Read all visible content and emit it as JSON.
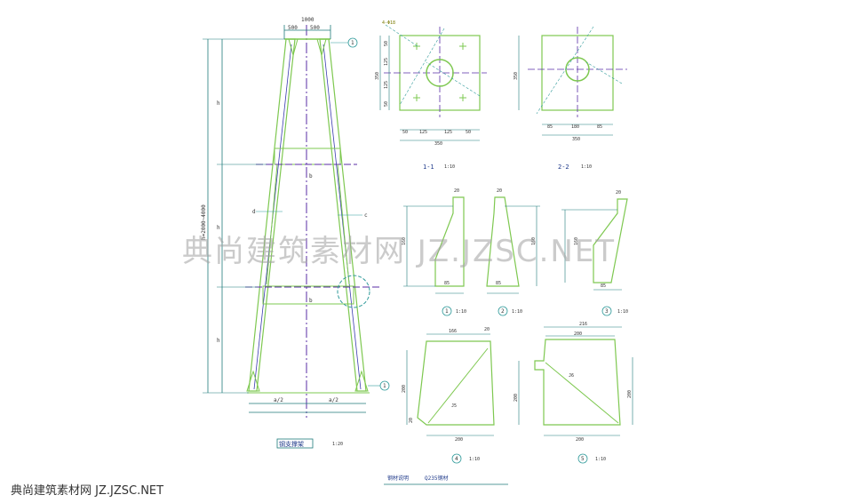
{
  "colors": {
    "outline": "#7ec850",
    "dimension": "#1f7a7a",
    "centerline": "#5a2ea6",
    "bar": "#3a3ab0",
    "callout": "#2f9a9a",
    "watermark": "#a0a0a0"
  },
  "watermark": {
    "text": "典尚建筑素材网 JZ.JZSC.NET"
  },
  "footer": {
    "text": "典尚建筑素材网 JZ.JZSC.NET"
  },
  "frame": {
    "top_dims": {
      "total": "1000",
      "left": "500",
      "right": "500"
    },
    "bottom_dims": {
      "left": "a/2",
      "right": "a/2"
    },
    "vertical_total": "h=2000~4000",
    "level_labels": [
      "h",
      "h",
      "h"
    ],
    "midline_labels": [
      "b",
      "b"
    ],
    "side_labels": [
      "d",
      "c"
    ],
    "callouts": [
      "1",
      "1"
    ],
    "title": "钢支撑架",
    "scale": "1:20"
  },
  "section_1": {
    "side_dims": [
      "50",
      "125",
      "125",
      "50"
    ],
    "total_side": "350",
    "bottom_dims": [
      "50",
      "125",
      "125",
      "50"
    ],
    "total_bottom": "350",
    "top_note": "4-Φ18",
    "title": "1-1",
    "scale": "1:10"
  },
  "section_2": {
    "side_total": "350",
    "bottom_dims": [
      "85",
      "180",
      "85"
    ],
    "total_bottom": "350",
    "title": "2-2",
    "scale": "1:10"
  },
  "plate_details": [
    {
      "top": "20",
      "height": "160",
      "bottom": "85",
      "label": "1",
      "scale": "1:10"
    },
    {
      "top": "20",
      "height": "160",
      "bottom": "85",
      "label": "2",
      "scale": "1:10"
    },
    {
      "top": "20",
      "height": "160",
      "bottom": "85",
      "label": "3",
      "scale": "1:10"
    }
  ],
  "triangle_details": [
    {
      "top": "166",
      "top2": "20",
      "side": "200",
      "base": "200",
      "side_small": "20",
      "tag": "J5",
      "label": "4",
      "scale": "1:10"
    },
    {
      "top": "216",
      "top2": "200",
      "side": "200",
      "side2": "200",
      "base": "200",
      "tag": "J6",
      "label": "5",
      "scale": "1:10"
    }
  ],
  "bottom_note": {
    "title": "钢材说明",
    "text": "Q235钢材"
  }
}
